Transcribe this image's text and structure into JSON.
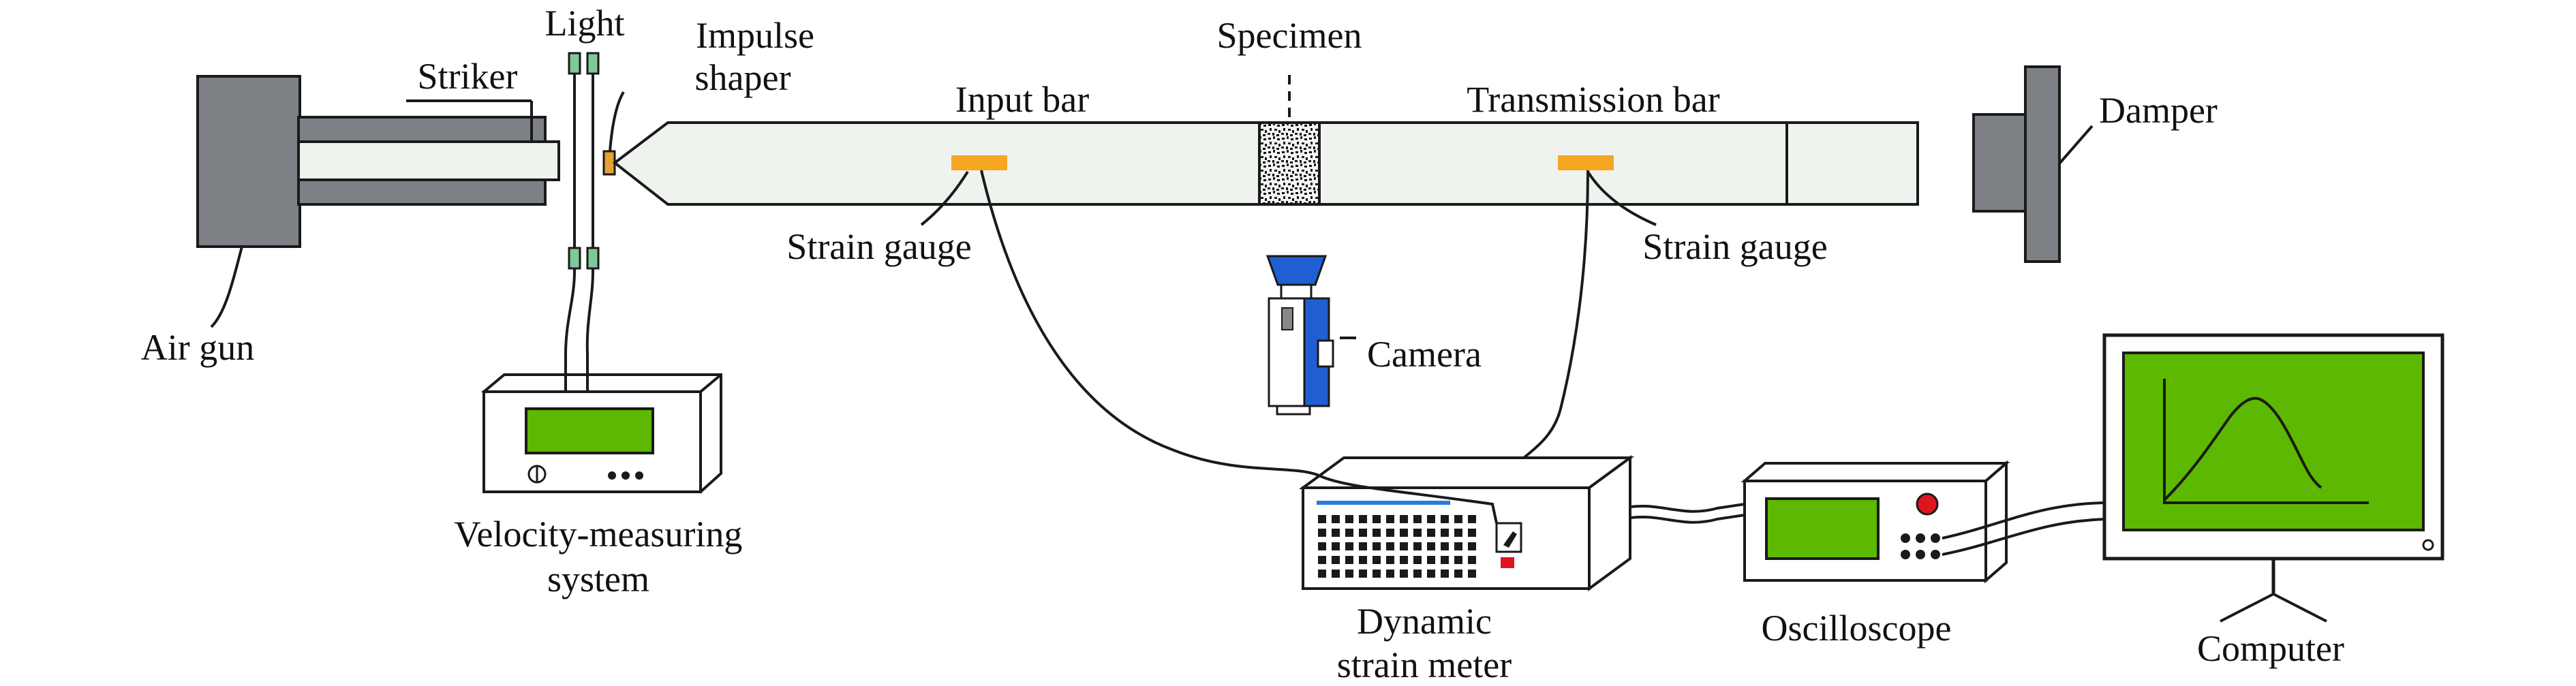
{
  "labels": {
    "light": "Light",
    "impulse_shaper_line1": "Impulse",
    "impulse_shaper_line2": "shaper",
    "striker": "Striker",
    "specimen": "Specimen",
    "input_bar": "Input bar",
    "transmission_bar": "Transmission bar",
    "damper": "Damper",
    "air_gun": "Air gun",
    "strain_gauge_left": "Strain gauge",
    "strain_gauge_right": "Strain gauge",
    "camera": "Camera",
    "velocity_line1": "Velocity-measuring",
    "velocity_line2": "system",
    "dynamic_line1": "Dynamic",
    "dynamic_line2": "strain meter",
    "oscilloscope": "Oscilloscope",
    "computer": "Computer"
  },
  "colors": {
    "bar_fill": "#eef3ee",
    "housing_gray": "#7d8085",
    "screen_green": "#5cb800",
    "gauge_orange": "#f5a623",
    "camera_blue": "#1f5fd1",
    "shaper_orange": "#e8a030",
    "sensor_green": "#7fc89a",
    "indicator_red": "#e0141e",
    "line_dark": "#1a1a1a"
  },
  "icons": {
    "camera": "camera-icon",
    "computer": "monitor-icon",
    "oscilloscope": "oscilloscope-icon",
    "strain_meter": "strain-meter-icon"
  }
}
